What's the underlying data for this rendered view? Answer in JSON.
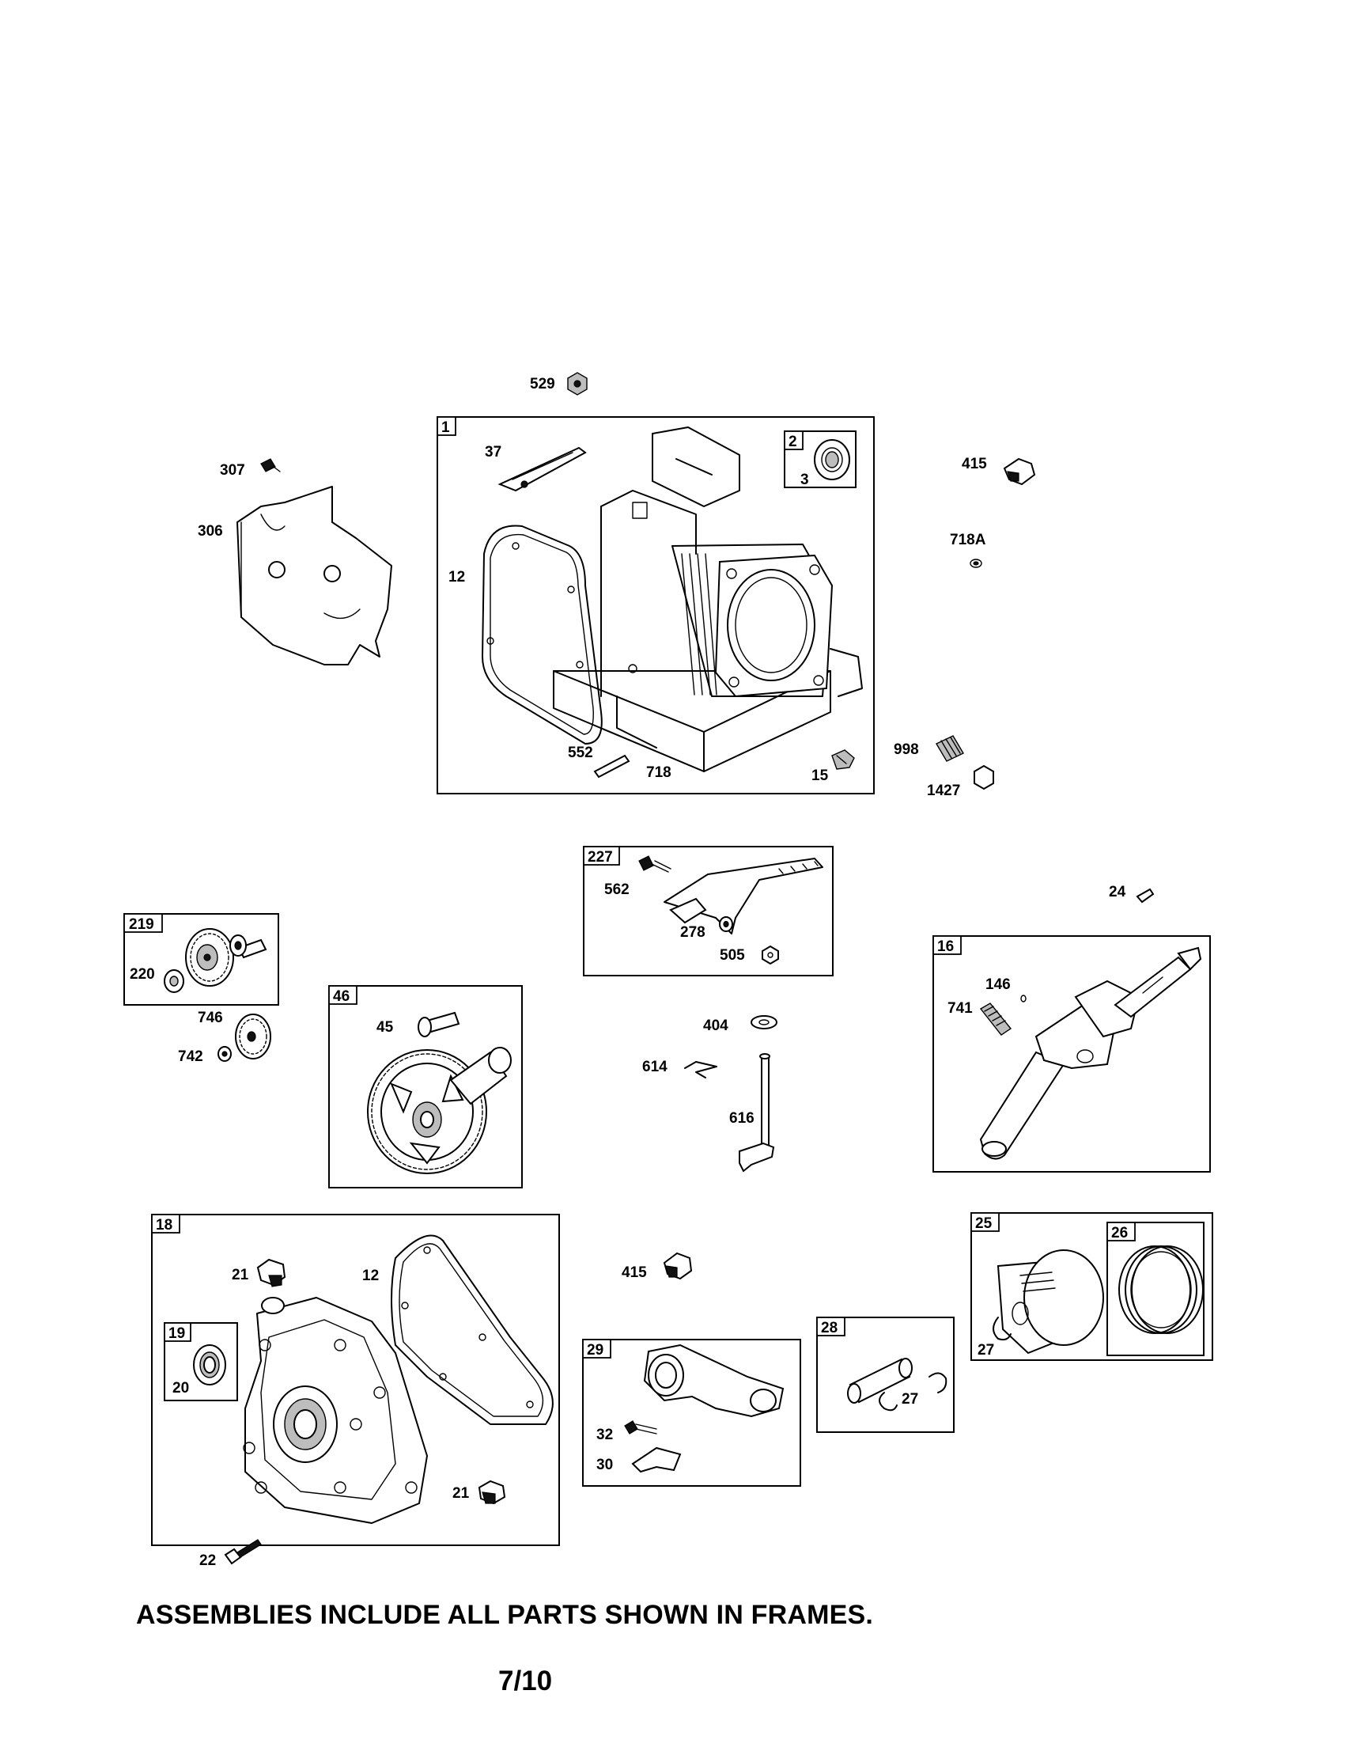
{
  "footer": {
    "note": "ASSEMBLIES INCLUDE ALL PARTS SHOWN IN FRAMES.",
    "page": "7/10"
  },
  "frames": {
    "f1": "1",
    "f2": "2",
    "f227": "227",
    "f219": "219",
    "f46": "46",
    "f16": "16",
    "f18": "18",
    "f19": "19",
    "f25": "25",
    "f26": "26",
    "f29": "29",
    "f28": "28"
  },
  "parts": {
    "p529": "529",
    "p307": "307",
    "p306": "306",
    "p37": "37",
    "p3": "3",
    "p12a": "12",
    "p552": "552",
    "p718": "718",
    "p15": "15",
    "p415a": "415",
    "p718A": "718A",
    "p998": "998",
    "p1427": "1427",
    "p562": "562",
    "p278": "278",
    "p505": "505",
    "p24": "24",
    "p220": "220",
    "p746": "746",
    "p742": "742",
    "p45": "45",
    "p404": "404",
    "p614": "614",
    "p616": "616",
    "p146": "146",
    "p741": "741",
    "p21a": "21",
    "p12b": "12",
    "p20": "20",
    "p21b": "21",
    "p22": "22",
    "p415b": "415",
    "p32": "32",
    "p30": "30",
    "p27a": "27",
    "p27b": "27"
  }
}
